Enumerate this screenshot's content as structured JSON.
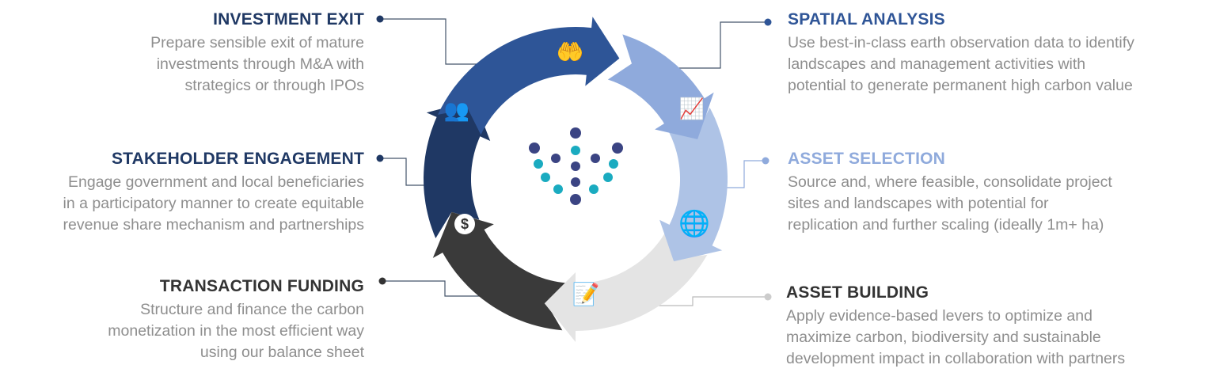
{
  "steps": {
    "investment_exit": {
      "title": "INVESTMENT EXIT",
      "lines": [
        "Prepare sensible exit of mature",
        "investments through M&A with",
        "strategics or through IPOs"
      ],
      "color": "#1f3864",
      "icon": "hands-people-icon"
    },
    "stakeholder_engagement": {
      "title": "STAKEHOLDER ENGAGEMENT",
      "lines": [
        "Engage government and local beneficiaries",
        "in a participatory manner to create equitable",
        "revenue share mechanism and partnerships"
      ],
      "color": "#1f3864",
      "icon": "people-exchange-icon"
    },
    "transaction_funding": {
      "title": "TRANSACTION FUNDING",
      "lines": [
        "Structure and finance the carbon",
        "monetization in the most efficient way",
        "using our balance sheet"
      ],
      "color": "#333333",
      "icon": "dollar-click-icon"
    },
    "spatial_analysis": {
      "title": "SPATIAL ANALYSIS",
      "lines": [
        "Use best-in-class earth observation data to identify",
        "landscapes and management activities with",
        "potential to generate permanent high carbon value"
      ],
      "color": "#2f5597",
      "icon": "monitor-chart-icon"
    },
    "asset_selection": {
      "title": "ASSET SELECTION",
      "lines": [
        "Source and, where feasible, consolidate project",
        "sites and landscapes with potential for",
        "replication and further scaling (ideally 1m+ ha)"
      ],
      "color": "#8faadc",
      "icon": "globe-search-icon"
    },
    "asset_building": {
      "title": "ASSET BUILDING",
      "lines": [
        "Apply evidence-based levers to optimize and",
        "maximize carbon, biodiversity and sustainable",
        "development impact in collaboration with partners"
      ],
      "color": "#333333",
      "icon": "document-pen-icon"
    }
  }
}
